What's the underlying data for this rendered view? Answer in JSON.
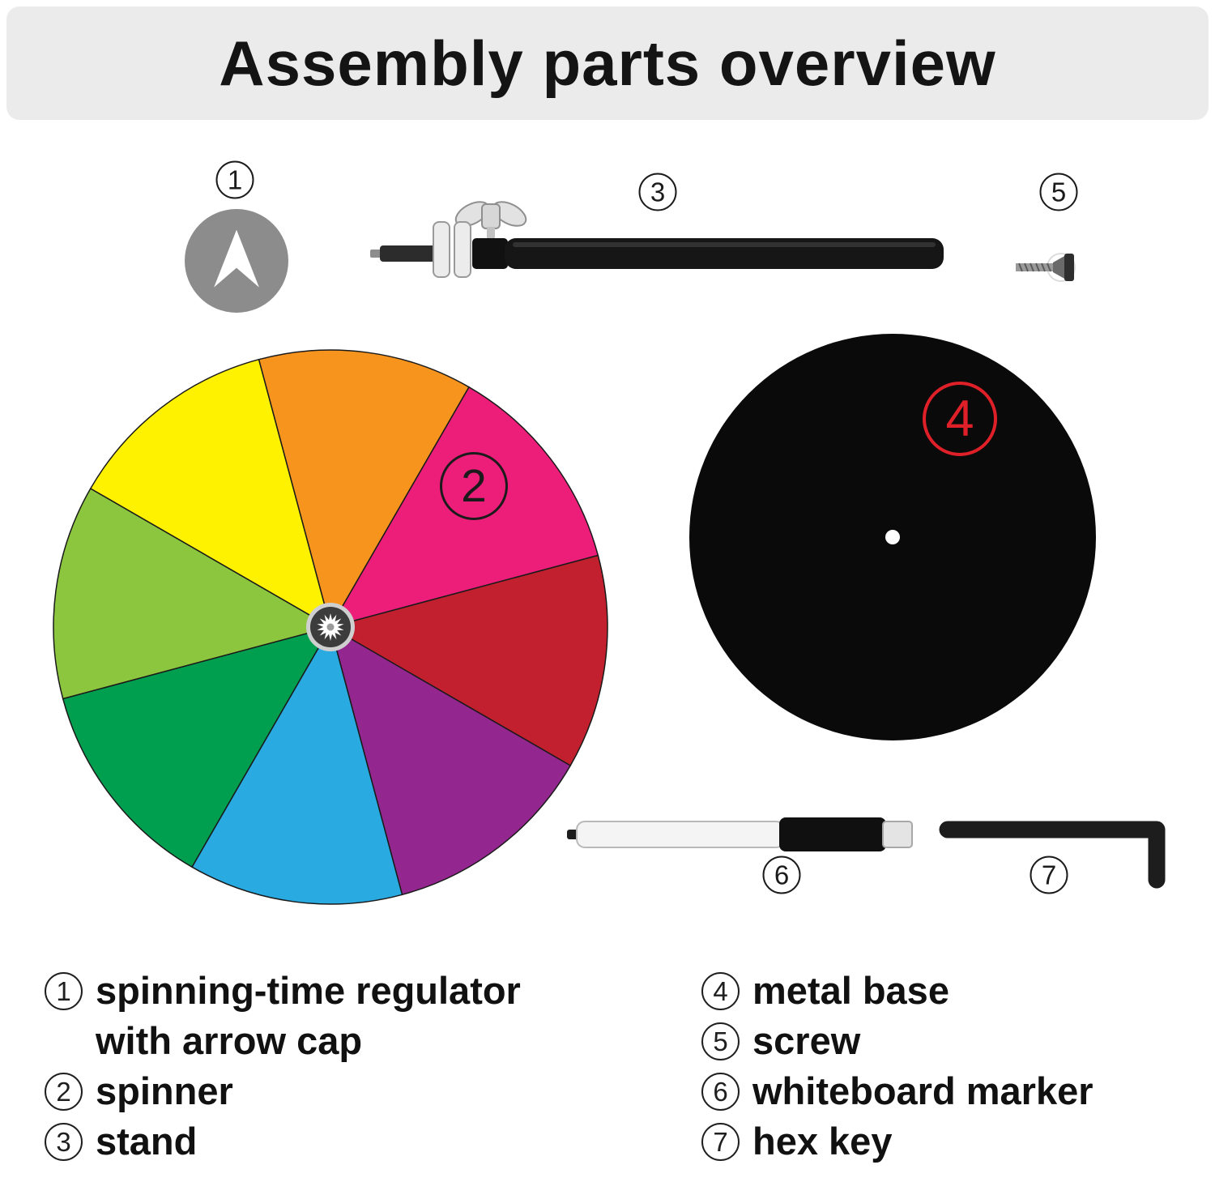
{
  "title": "Assembly parts overview",
  "callouts": {
    "c1": "1",
    "c2": "2",
    "c3": "3",
    "c4": "4",
    "c5": "5",
    "c6": "6",
    "c7": "7"
  },
  "colors": {
    "banner_bg": "#ebebeb",
    "accent_red": "#e02028",
    "base_black": "#0a0a0a",
    "arrow_cap_gray": "#8c8c8c"
  },
  "wheel": {
    "start_angle_deg": -15,
    "segment_colors": [
      "#F7941D",
      "#EC1E79",
      "#C2202F",
      "#93278F",
      "#29ABE2",
      "#009E4F",
      "#8CC63F",
      "#FFF200"
    ],
    "segment_names": [
      "orange",
      "pink",
      "red",
      "purple",
      "blue",
      "green",
      "light-green",
      "yellow"
    ]
  },
  "legend": {
    "left": [
      {
        "num": "1",
        "label": "spinning-time regulator",
        "label2": "with arrow cap"
      },
      {
        "num": "2",
        "label": "spinner"
      },
      {
        "num": "3",
        "label": "stand"
      }
    ],
    "right": [
      {
        "num": "4",
        "label": "metal base"
      },
      {
        "num": "5",
        "label": "screw"
      },
      {
        "num": "6",
        "label": "whiteboard marker"
      },
      {
        "num": "7",
        "label": "hex key"
      }
    ]
  }
}
